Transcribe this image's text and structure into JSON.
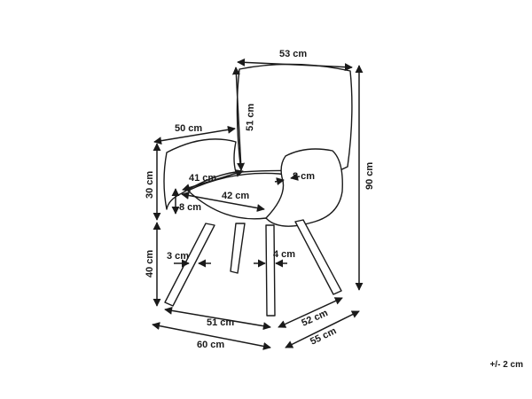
{
  "dimensions": {
    "top_width": "53 cm",
    "back_height": "51 cm",
    "arm_length": "50 cm",
    "total_height": "90 cm",
    "arm_height": "30 cm",
    "seat_depth": "41 cm",
    "arm_thickness_right": "8 cm",
    "seat_width": "42 cm",
    "arm_thickness_left": "8 cm",
    "leg_height": "40 cm",
    "leg_width_left": "3 cm",
    "leg_width_right": "4 cm",
    "base_width": "51 cm",
    "base_depth": "52 cm",
    "overall_width": "60 cm",
    "overall_depth": "55 cm"
  },
  "tolerance": "+/- 2 cm"
}
